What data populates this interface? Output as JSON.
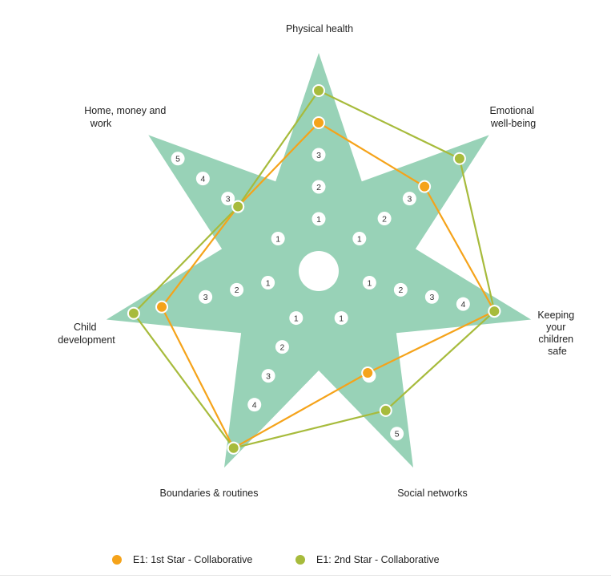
{
  "chart_data": {
    "type": "radar",
    "axes": [
      "Physical health",
      "Emotional well-being",
      "Keeping your children safe",
      "Social networks",
      "Boundaries & routines",
      "Child development",
      "Home, money and work"
    ],
    "ticks": [
      [
        "1",
        "2",
        "3"
      ],
      [
        "1",
        "2",
        "3"
      ],
      [
        "1",
        "2",
        "3",
        "4"
      ],
      [
        "1",
        "3",
        "5"
      ],
      [
        "1",
        "2",
        "3",
        "4"
      ],
      [
        "1",
        "2",
        "3"
      ],
      [
        "1",
        "3",
        "4",
        "5"
      ]
    ],
    "ylim": [
      0,
      7
    ],
    "series": [
      {
        "name": "E1: 1st Star - Collaborative",
        "color": "#f5a31a",
        "values": [
          4,
          3.6,
          5,
          2.9,
          5.5,
          4.4,
          2.6
        ]
      },
      {
        "name": "E1: 2nd Star - Collaborative",
        "color": "#a7bb3c",
        "values": [
          5,
          5,
          5,
          4.2,
          5.5,
          5.3,
          2.6
        ]
      }
    ],
    "star_fill": "#98d2b7",
    "legend_position": "bottom",
    "grid": false
  }
}
